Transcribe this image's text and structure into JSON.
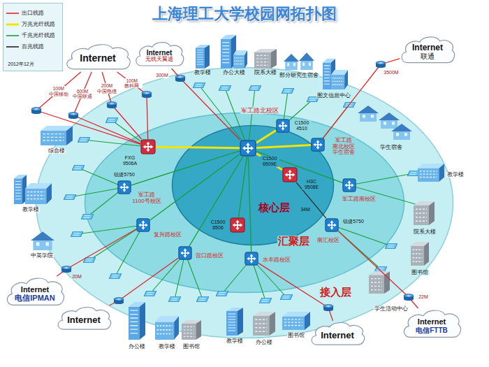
{
  "diagram": {
    "title": "上海理工大学校园网拓扑图",
    "nodes": [
      {
        "text": [
          "接入层"
        ]
      },
      {
        "text": [
          "汇聚层"
        ],
        "in": 0
      },
      {
        "text": [
          "核心层"
        ],
        "in": 1
      },
      {
        "text": [
          "C1500 6509E"
        ],
        "in": 2
      },
      {
        "text": [
          "H3C 9508E"
        ],
        "in": 2
      },
      {
        "text": [
          "C1500 6506"
        ],
        "in": 2
      },
      {
        "text": [
          "FXG 9506A"
        ],
        "in": 1
      },
      {
        "text": [
          "C1500 4510"
        ],
        "in": 1
      },
      {
        "text": [
          "军工路 南北校区 学生宿舍"
        ],
        "in": 1
      },
      {
        "text": [
          "锐捷5750",
          "军工路 1100号校区"
        ],
        "in": 1
      },
      {
        "text": [
          "军工路南校区"
        ],
        "in": 1
      },
      {
        "text": [
          "复兴路校区"
        ],
        "in": 1
      },
      {
        "text": [
          "锐捷5750",
          "南汇校区"
        ],
        "in": 1
      },
      {
        "text": [
          "营口路校区"
        ],
        "in": 1
      },
      {
        "text": [
          "水丰路校区"
        ],
        "in": 1
      },
      {
        "text": [
          "Internet"
        ]
      },
      {
        "text": [
          "Internet",
          "无线天翼通"
        ]
      },
      {
        "text": [
          "Internet",
          "联通"
        ]
      },
      {
        "text": [
          "Internet",
          "电信IPMAN"
        ]
      },
      {
        "text": [
          "Internet"
        ]
      },
      {
        "text": [
          "Internet"
        ]
      },
      {
        "text": [
          "Internet",
          "电信FTTB"
        ]
      }
    ],
    "edges": [
      {
        "from": 6,
        "to": 3,
        "arrow": "none"
      },
      {
        "from": 3,
        "to": 7,
        "arrow": "none"
      },
      {
        "from": 3,
        "to": 8,
        "arrow": "none"
      },
      {
        "from": 3,
        "to": 4,
        "arrow": "none"
      },
      {
        "from": 3,
        "to": 5,
        "arrow": "none"
      },
      {
        "from": 3,
        "to": 9,
        "arrow": "none"
      },
      {
        "from": 3,
        "to": 11,
        "arrow": "none"
      },
      {
        "from": 3,
        "to": 13,
        "arrow": "none"
      },
      {
        "from": 3,
        "to": 14,
        "arrow": "none"
      },
      {
        "from": 3,
        "to": 10,
        "arrow": "none"
      },
      {
        "from": 4,
        "to": 12,
        "label": "34M",
        "arrow": "none"
      },
      {
        "from": 15,
        "to": 6,
        "label": "100M 中国移动",
        "arrow": "none"
      },
      {
        "from": 15,
        "to": 6,
        "label": "600M 中国联通",
        "arrow": "none"
      },
      {
        "from": 15,
        "to": 6,
        "label": "200M 中国电信",
        "arrow": "none"
      },
      {
        "from": 15,
        "to": 6,
        "label": "100M 教科网",
        "arrow": "none"
      },
      {
        "from": 16,
        "to": 3,
        "label": "300M",
        "arrow": "none"
      },
      {
        "from": 17,
        "to": 8,
        "label": "3500M",
        "arrow": "none"
      },
      {
        "from": 18,
        "to": 11,
        "label": "20M",
        "arrow": "none"
      },
      {
        "from": 19,
        "to": 13,
        "arrow": "none"
      },
      {
        "from": 20,
        "to": 14,
        "arrow": "none"
      },
      {
        "from": 21,
        "to": 12,
        "label": "22M",
        "arrow": "none"
      }
    ],
    "labels": [
      "2012年12月",
      "军工路北校区",
      "教学楼",
      "办公大楼",
      "院系大楼",
      "部分研究生宿舍",
      "图文信息中心",
      "学生宿舍",
      "教学楼",
      "院系大楼",
      "图书馆",
      "学生活动中心",
      "教学楼",
      "办公楼",
      "图书馆",
      "办公楼",
      "教学楼",
      "图书馆",
      "中英学院",
      "教学楼",
      "综合楼"
    ],
    "legend": [
      {
        "text": "出口线路"
      },
      {
        "text": "万兆光纤线路"
      },
      {
        "text": "千兆光纤线路"
      },
      {
        "text": "百兆线路"
      }
    ]
  }
}
